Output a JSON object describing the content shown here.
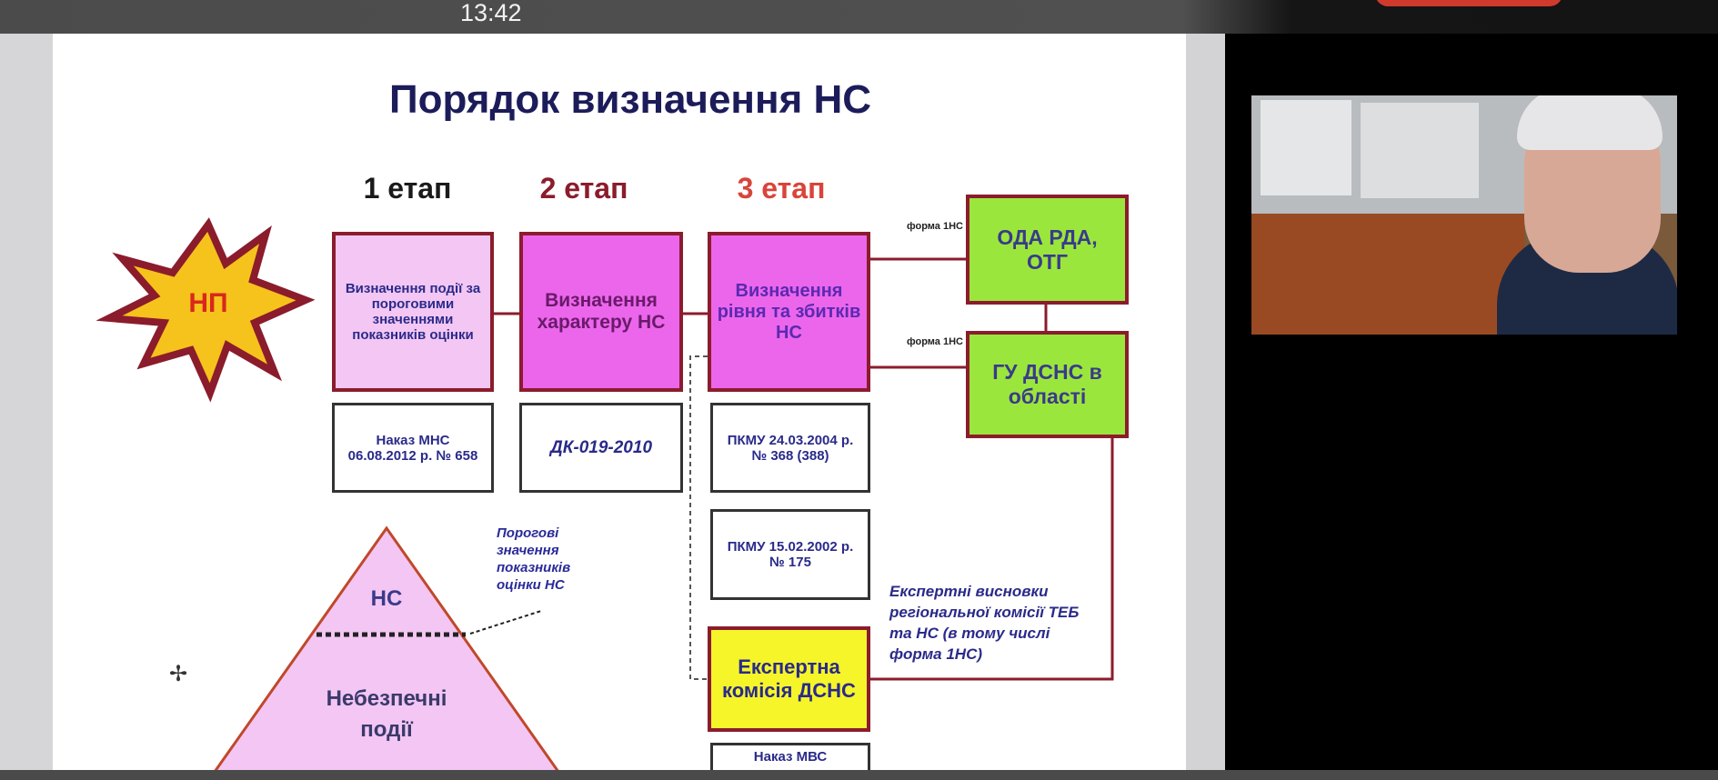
{
  "status_bar": {
    "time": "13:42"
  },
  "slide": {
    "title": "Порядок визначення НС",
    "stages": [
      "1 етап",
      "2 етап",
      "3 етап"
    ],
    "explosion_label": "НП",
    "step_boxes": [
      "Визначення події за пороговими значеннями показників оцінки",
      "Визначення характеру НС",
      "Визначення рівня та збитків НС"
    ],
    "legal_boxes": [
      "Наказ МНС 06.08.2012 р. № 658",
      "ДК-019-2010",
      "ПКМУ 24.03.2004 р. № 368 (388)",
      "ПКМУ 15.02.2002 р. № 175",
      "Наказ МВС"
    ],
    "arrow_labels": [
      "форма 1НС",
      "форма 1НС"
    ],
    "authorities": [
      "ОДА РДА, ОТГ",
      "ГУ ДСНС в області"
    ],
    "expert_box": "Експертна комісія ДСНС",
    "expert_note": "Експертні висновки регіональної комісії ТЕБ та НС (в тому числі форма 1НС)",
    "pyramid": {
      "top": "НС",
      "bottom": "Небезпечні події",
      "note": "Порогові значення показників оцінки НС"
    },
    "colors": {
      "step1": "#f3c6f3",
      "step23": "#ec66ec",
      "green": "#9be63c",
      "yellow": "#f5f52a",
      "border": "#8b1c2c",
      "text": "#2a2a8a"
    }
  }
}
